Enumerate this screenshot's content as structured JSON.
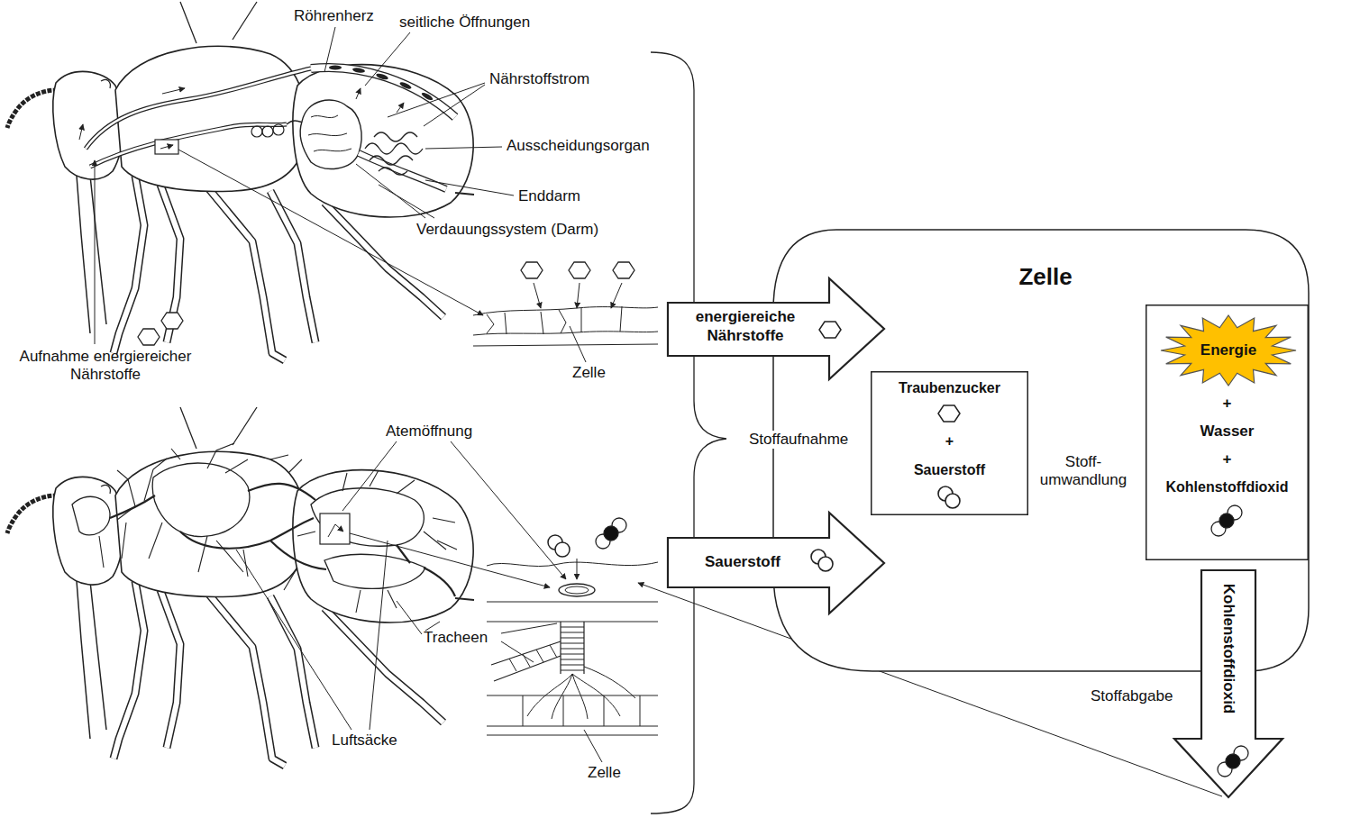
{
  "diagram": {
    "nodes": [
      {
        "text": [
          "energiereiche Nährstoffe"
        ]
      },
      {
        "text": [
          "Sauerstoff"
        ]
      },
      {
        "text": [
          "Zelle"
        ]
      },
      {
        "text": [
          "Traubenzucker",
          "+",
          "Sauerstoff"
        ],
        "in": 2
      },
      {
        "text": [
          "+",
          "Wasser",
          "+",
          "Kohlenstoffdioxid"
        ],
        "in": 2
      },
      {
        "text": [
          "Energie"
        ],
        "in": 4
      },
      {
        "text": [
          "Kohlenstoffdioxid"
        ]
      }
    ],
    "edges": [
      {
        "from": 3,
        "to": 4,
        "arrow": "to",
        "label": "Stoff- umwandlung"
      }
    ],
    "labels": [
      "Röhrenherz",
      "seitliche Öffnungen",
      "Nährstoffstrom",
      "Ausscheidungsorgan",
      "Enddarm",
      "Verdauungssystem (Darm)",
      "Aufnahme energiereicher Nährstoffe",
      "Zelle",
      "Atemöffnung",
      "Tracheen",
      "Luftsäcke",
      "Zelle",
      "Stoffaufnahme",
      "Stoffabgabe"
    ]
  }
}
